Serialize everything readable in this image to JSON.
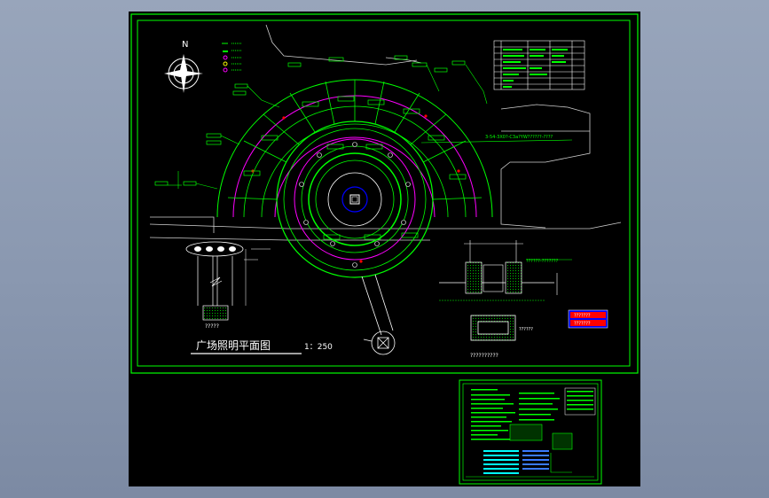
{
  "drawing": {
    "north_label": "N",
    "title": "广场照明平面图",
    "scale": "1：250",
    "question_marks_1": "?????",
    "question_marks_2": "??????",
    "question_marks_3": "??????????",
    "cable_note": "3-54-3X0?-C3a?YW??????-????",
    "detail_note": "??????-???????",
    "stamp_line_1": "???????",
    "stamp_line_2": "???????"
  },
  "colors": {
    "background": "#000000",
    "frame": "#00ff00",
    "highlight": "#ff00ff",
    "accent_red": "#ff0000",
    "accent_blue": "#0000ff",
    "text_white": "#ffffff",
    "accent_yellow": "#ffff00",
    "accent_cyan": "#00ffff"
  }
}
